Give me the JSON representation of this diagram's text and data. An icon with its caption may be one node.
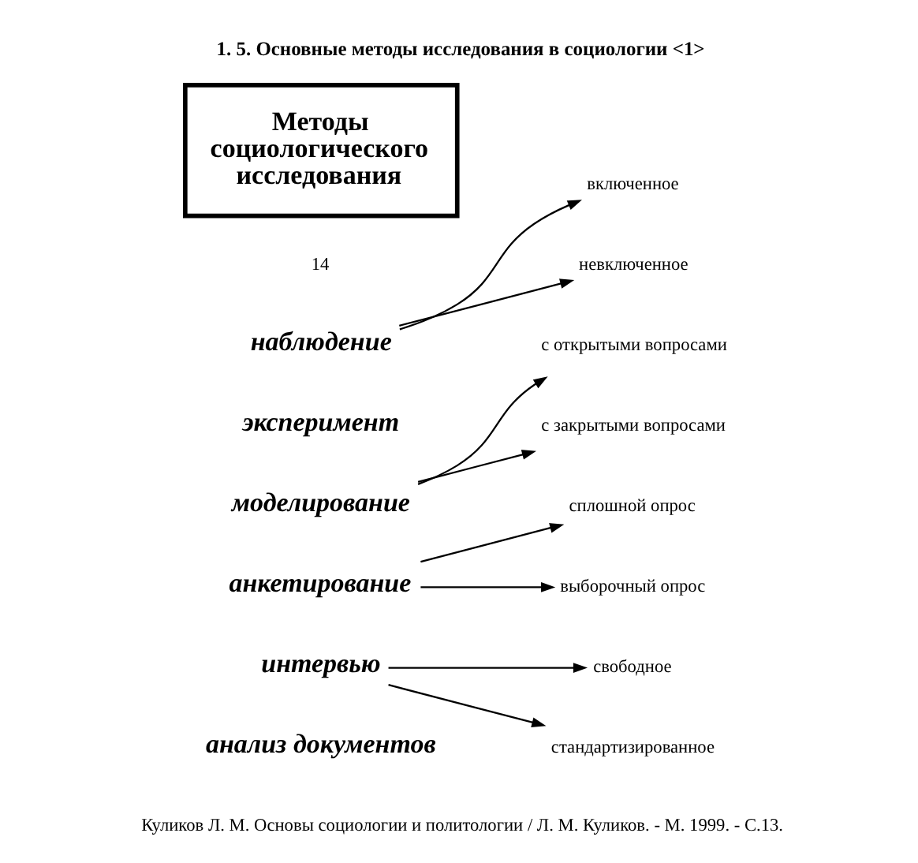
{
  "diagram": {
    "title": "1. 5. Основные методы исследования в социологии <1>",
    "caption": "Куликов Л. М. Основы социологии и политологии / Л. М. Куликов. - М. 1999. - С.13.",
    "nodes": [
      {
        "text": [
          "Методы социологического исследования"
        ]
      },
      {
        "text": [
          "наблюдение"
        ]
      },
      {
        "text": [
          "включенное"
        ]
      },
      {
        "text": [
          "невключенное"
        ]
      },
      {
        "text": [
          "моделирование"
        ]
      },
      {
        "text": [
          "с открытыми вопросами"
        ]
      },
      {
        "text": [
          "с закрытыми вопросами"
        ]
      },
      {
        "text": [
          "анкетирование"
        ]
      },
      {
        "text": [
          "сплошной опрос"
        ]
      },
      {
        "text": [
          "выборочный опрос"
        ]
      },
      {
        "text": [
          "интервью"
        ]
      },
      {
        "text": [
          "свободное"
        ]
      },
      {
        "text": [
          "стандартизированное"
        ]
      }
    ],
    "edges": [
      {
        "from": 1,
        "to": 2,
        "arrow": "to"
      },
      {
        "from": 1,
        "to": 3,
        "arrow": "to"
      },
      {
        "from": 4,
        "to": 5,
        "arrow": "to"
      },
      {
        "from": 4,
        "to": 6,
        "arrow": "to"
      },
      {
        "from": 7,
        "to": 8,
        "arrow": "to"
      },
      {
        "from": 7,
        "to": 9,
        "arrow": "to"
      },
      {
        "from": 10,
        "to": 11,
        "arrow": "to"
      },
      {
        "from": 10,
        "to": 12,
        "arrow": "to"
      }
    ],
    "labels": [
      "эксперимент",
      "14",
      "анализ документов"
    ]
  }
}
